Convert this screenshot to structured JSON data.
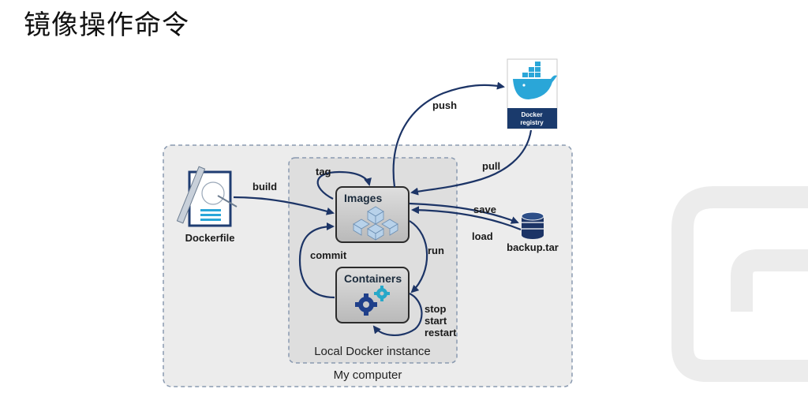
{
  "page": {
    "title": "镜像操作命令"
  },
  "diagram": {
    "images_label": "Images",
    "containers_label": "Containers",
    "dockerfile_label": "Dockerfile",
    "registry_line1": "Docker",
    "registry_line2": "registry",
    "backup_label": "backup.tar",
    "local_instance_label": "Local Docker instance",
    "my_computer_label": "My computer",
    "edges": {
      "build": "build",
      "tag": "tag",
      "push": "push",
      "pull": "pull",
      "save": "save",
      "load": "load",
      "run": "run",
      "commit": "commit",
      "stop": "stop",
      "start": "start",
      "restart": "restart"
    }
  },
  "colors": {
    "arrow": "#1c3466",
    "registry_blue": "#1a3a6c",
    "whale_blue": "#2aa6d8",
    "node_fill": "#c9c9c9",
    "outer_fill": "#ececec",
    "inner_fill": "#e0e0e0"
  }
}
